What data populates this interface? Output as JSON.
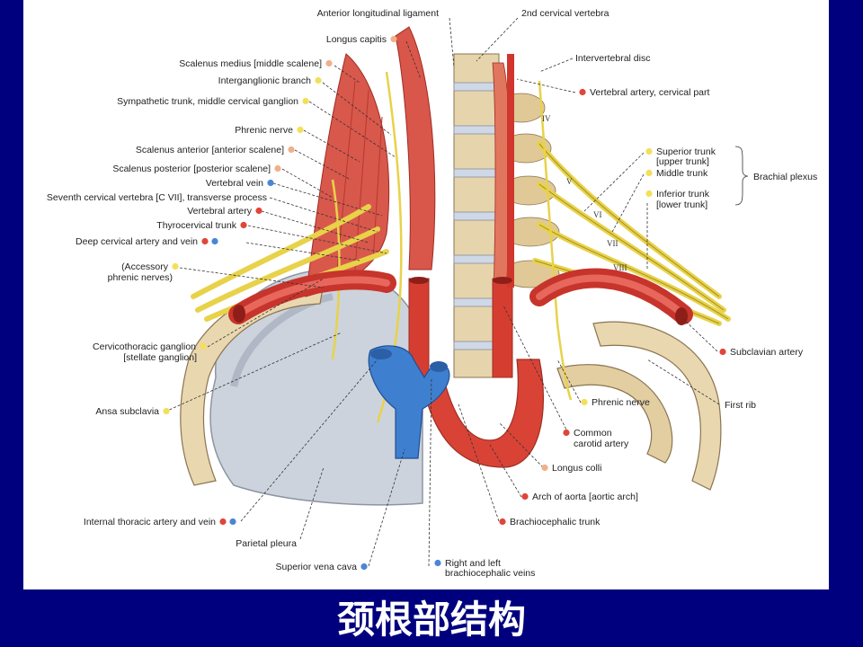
{
  "slide": {
    "title": "颈根部结构",
    "background": "#00007e"
  },
  "colors": {
    "nerve": "#f2e05a",
    "artery": "#e0453a",
    "vein": "#4a86d6",
    "muscle": "#f0b08a"
  },
  "labels": [
    {
      "id": "anterior-longitudinal-ligament",
      "text": "Anterior longitudinal ligament",
      "dots": []
    },
    {
      "id": "second-cervical-vertebra",
      "text": "2nd cervical vertebra",
      "dots": []
    },
    {
      "id": "longus-capitis",
      "text": "Longus capitis",
      "dots": [
        "muscle"
      ]
    },
    {
      "id": "scalenus-medius",
      "text": "Scalenus medius [middle scalene]",
      "dots": [
        "muscle"
      ]
    },
    {
      "id": "intervertebral-disc",
      "text": "Intervertebral disc",
      "dots": []
    },
    {
      "id": "interganglionic-branch",
      "text": "Interganglionic branch",
      "dots": [
        "nerve"
      ]
    },
    {
      "id": "vertebral-artery-cervical-part",
      "text": "Vertebral artery, cervical part",
      "dots": [
        "artery"
      ]
    },
    {
      "id": "sympathetic-trunk",
      "text": "Sympathetic trunk, middle cervical ganglion",
      "dots": [
        "nerve"
      ]
    },
    {
      "id": "phrenic-nerve-left",
      "text": "Phrenic nerve",
      "dots": [
        "nerve"
      ]
    },
    {
      "id": "scalenus-anterior",
      "text": "Scalenus anterior [anterior scalene]",
      "dots": [
        "muscle"
      ]
    },
    {
      "id": "superior-trunk",
      "text": "Superior trunk",
      "dots": [
        "nerve"
      ]
    },
    {
      "id": "superior-trunk-sub",
      "text": "[upper trunk]",
      "dots": []
    },
    {
      "id": "scalenus-posterior",
      "text": "Scalenus posterior [posterior scalene]",
      "dots": [
        "muscle"
      ]
    },
    {
      "id": "middle-trunk",
      "text": "Middle trunk",
      "dots": [
        "nerve"
      ]
    },
    {
      "id": "brachial-plexus",
      "text": "Brachial plexus",
      "dots": []
    },
    {
      "id": "vertebral-vein",
      "text": "Vertebral vein",
      "dots": [
        "vein"
      ]
    },
    {
      "id": "seventh-cervical-vertebra",
      "text": "Seventh cervical vertebra [C VII], transverse process",
      "dots": []
    },
    {
      "id": "inferior-trunk",
      "text": "Inferior trunk",
      "dots": [
        "nerve"
      ]
    },
    {
      "id": "inferior-trunk-sub",
      "text": "[lower trunk]",
      "dots": []
    },
    {
      "id": "vertebral-artery",
      "text": "Vertebral artery",
      "dots": [
        "artery"
      ]
    },
    {
      "id": "thyrocervical-trunk",
      "text": "Thyrocervical trunk",
      "dots": [
        "artery"
      ]
    },
    {
      "id": "deep-cervical-artery-vein",
      "text": "Deep cervical artery and vein",
      "dots": [
        "artery",
        "vein"
      ]
    },
    {
      "id": "accessory-phrenic-nerves",
      "text": "(Accessory",
      "dots": [
        "nerve"
      ]
    },
    {
      "id": "accessory-phrenic-nerves-sub",
      "text": "phrenic nerves)",
      "dots": []
    },
    {
      "id": "cervicothoracic-ganglion",
      "text": "Cervicothoracic ganglion",
      "dots": [
        "nerve"
      ]
    },
    {
      "id": "cervicothoracic-ganglion-sub",
      "text": "[stellate ganglion]",
      "dots": []
    },
    {
      "id": "subclavian-artery",
      "text": "Subclavian artery",
      "dots": [
        "artery"
      ]
    },
    {
      "id": "phrenic-nerve-right",
      "text": "Phrenic nerve",
      "dots": [
        "nerve"
      ]
    },
    {
      "id": "first-rib",
      "text": "First rib",
      "dots": []
    },
    {
      "id": "ansa-subclavia",
      "text": "Ansa subclavia",
      "dots": [
        "nerve"
      ]
    },
    {
      "id": "common-carotid-artery",
      "text": "Common",
      "dots": [
        "artery"
      ]
    },
    {
      "id": "common-carotid-artery-sub",
      "text": "carotid artery",
      "dots": []
    },
    {
      "id": "longus-colli",
      "text": "Longus colli",
      "dots": [
        "muscle"
      ]
    },
    {
      "id": "arch-of-aorta",
      "text": "Arch of aorta [aortic arch]",
      "dots": [
        "artery"
      ]
    },
    {
      "id": "internal-thoracic-artery-vein",
      "text": "Internal thoracic artery and vein",
      "dots": [
        "artery",
        "vein"
      ]
    },
    {
      "id": "brachiocephalic-trunk",
      "text": "Brachiocephalic trunk",
      "dots": [
        "artery"
      ]
    },
    {
      "id": "parietal-pleura",
      "text": "Parietal pleura",
      "dots": []
    },
    {
      "id": "superior-vena-cava",
      "text": "Superior vena cava",
      "dots": [
        "vein"
      ]
    },
    {
      "id": "brachiocephalic-veins",
      "text": "Right and left",
      "dots": [
        "vein"
      ]
    },
    {
      "id": "brachiocephalic-veins-sub",
      "text": "brachiocephalic veins",
      "dots": []
    }
  ],
  "vertebra_numerals": [
    "IV",
    "V",
    "VI",
    "VII",
    "VIII"
  ]
}
